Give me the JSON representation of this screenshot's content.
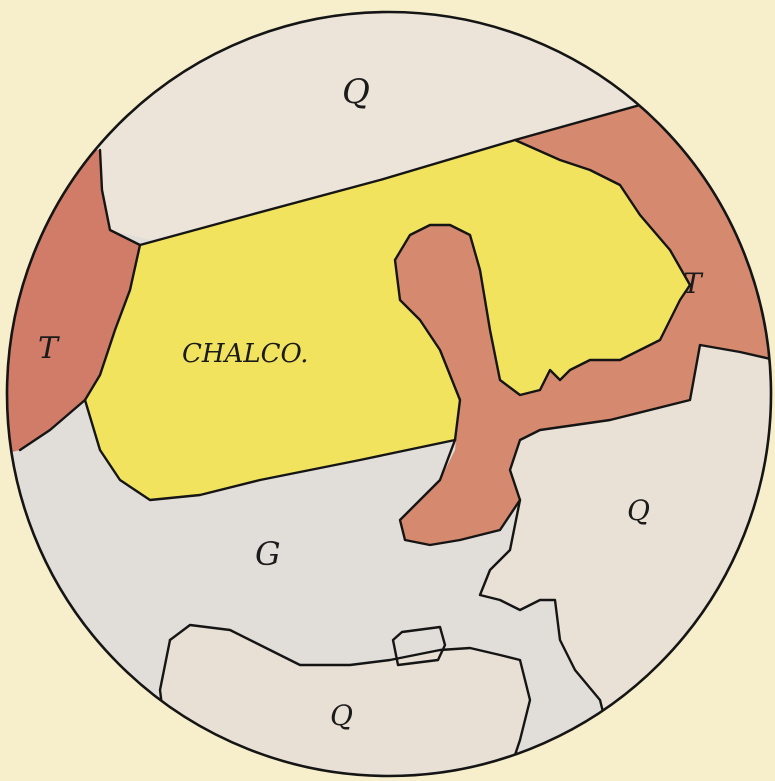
{
  "diagram": {
    "labels": {
      "q_top": "Q",
      "t_left": "T",
      "t_right": "T",
      "chalco": "CHALCO.",
      "g": "G",
      "q_right": "Q",
      "q_bottom": "Q"
    },
    "colors": {
      "paper": "#f7efcc",
      "quartz": "#ece4d8",
      "tetrahedrite": "#d58a6f",
      "chalcopyrite": "#f2e35e",
      "gangue": "#e1ddd9",
      "outline": "#151515"
    }
  }
}
